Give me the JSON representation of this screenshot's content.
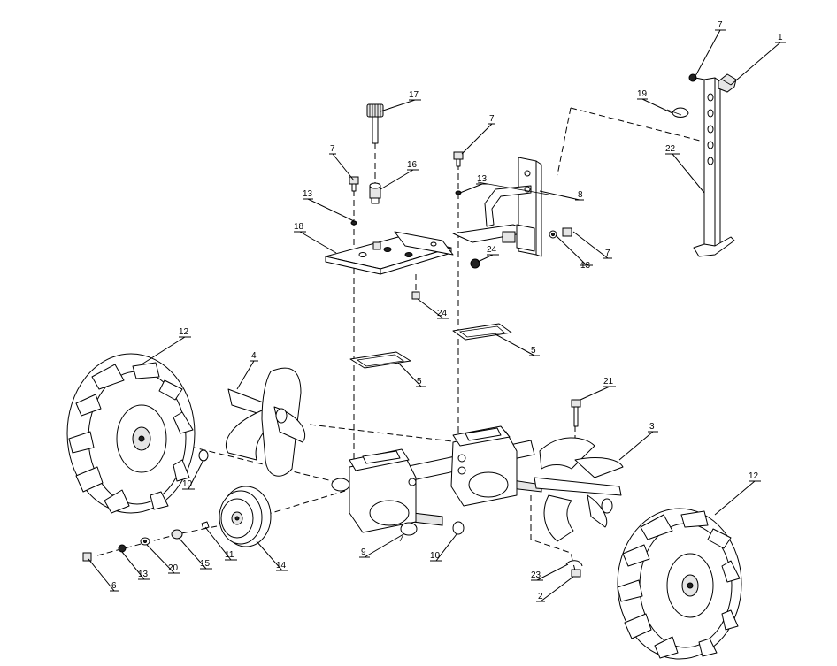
{
  "diagram": {
    "callouts": [
      {
        "id": "c1",
        "text": "1"
      },
      {
        "id": "c7a",
        "text": "7"
      },
      {
        "id": "c19",
        "text": "19"
      },
      {
        "id": "c22",
        "text": "22"
      },
      {
        "id": "c17",
        "text": "17"
      },
      {
        "id": "c7b",
        "text": "7"
      },
      {
        "id": "c16",
        "text": "16"
      },
      {
        "id": "c7c",
        "text": "7"
      },
      {
        "id": "c13a",
        "text": "13"
      },
      {
        "id": "c13b",
        "text": "13"
      },
      {
        "id": "c8",
        "text": "8"
      },
      {
        "id": "c18",
        "text": "18"
      },
      {
        "id": "c24a",
        "text": "24"
      },
      {
        "id": "c13c",
        "text": "13"
      },
      {
        "id": "c7d",
        "text": "7"
      },
      {
        "id": "c24b",
        "text": "24"
      },
      {
        "id": "c5a",
        "text": "5"
      },
      {
        "id": "c5b",
        "text": "5"
      },
      {
        "id": "c12a",
        "text": "12"
      },
      {
        "id": "c4",
        "text": "4"
      },
      {
        "id": "c21",
        "text": "21"
      },
      {
        "id": "c3",
        "text": "3"
      },
      {
        "id": "c12b",
        "text": "12"
      },
      {
        "id": "c10a",
        "text": "10"
      },
      {
        "id": "c9",
        "text": "9"
      },
      {
        "id": "c10b",
        "text": "10"
      },
      {
        "id": "c11",
        "text": "11"
      },
      {
        "id": "c14",
        "text": "14"
      },
      {
        "id": "c15",
        "text": "15"
      },
      {
        "id": "c20",
        "text": "20"
      },
      {
        "id": "c13d",
        "text": "13"
      },
      {
        "id": "c6",
        "text": "6"
      },
      {
        "id": "c23",
        "text": "23"
      },
      {
        "id": "c2",
        "text": "2"
      }
    ]
  }
}
